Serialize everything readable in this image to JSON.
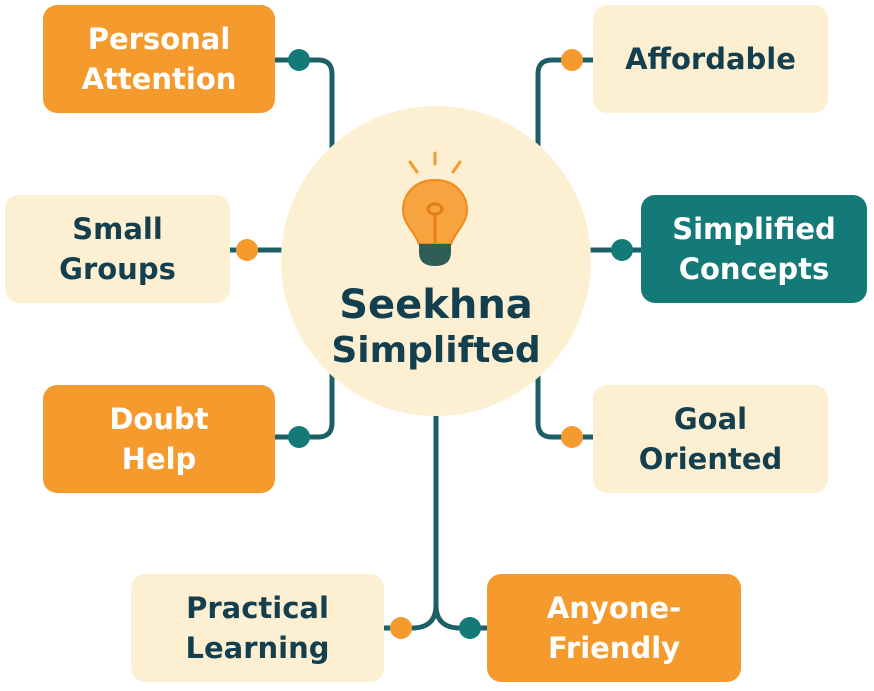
{
  "center": {
    "line1": "Seekhna",
    "line2": "Simplifted",
    "icon": "lightbulb-icon"
  },
  "nodes": [
    {
      "id": "personal-attention",
      "lines": [
        "Personal",
        "Attention"
      ],
      "style": "orange"
    },
    {
      "id": "affordable",
      "lines": [
        "Affordable"
      ],
      "style": "cream"
    },
    {
      "id": "small-groups",
      "lines": [
        "Small",
        "Groups"
      ],
      "style": "cream"
    },
    {
      "id": "simplified-concepts",
      "lines": [
        "Simplified",
        "Concepts"
      ],
      "style": "teal"
    },
    {
      "id": "doubt-help",
      "lines": [
        "Doubt",
        "Help"
      ],
      "style": "orange"
    },
    {
      "id": "goal-oriented",
      "lines": [
        "Goal",
        "Oriented"
      ],
      "style": "cream"
    },
    {
      "id": "practical-learning",
      "lines": [
        "Practical",
        "Learning"
      ],
      "style": "cream"
    },
    {
      "id": "anyone-friendly",
      "lines": [
        "Anyone-",
        "Friendly"
      ],
      "style": "orange"
    }
  ],
  "colors": {
    "orange": "#F59B2E",
    "cream": "#FDF0D2",
    "teal": "#147A78",
    "line": "#1C5F66",
    "text": "#143F4F"
  }
}
